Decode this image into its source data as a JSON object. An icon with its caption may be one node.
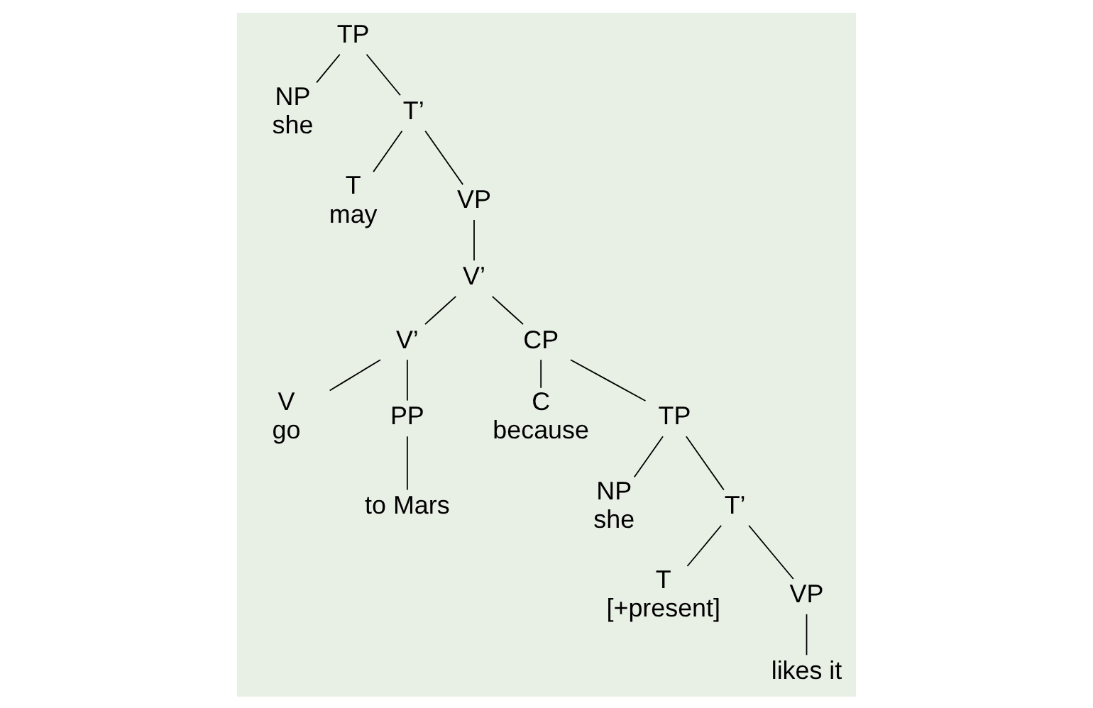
{
  "diagram": {
    "nodes": [
      {
        "text": [
          "TP"
        ]
      },
      {
        "text": [
          "NP",
          "she"
        ]
      },
      {
        "text": [
          "T’"
        ]
      },
      {
        "text": [
          "T",
          "may"
        ]
      },
      {
        "text": [
          "VP"
        ]
      },
      {
        "text": [
          "V’"
        ]
      },
      {
        "text": [
          "V’"
        ]
      },
      {
        "text": [
          "CP"
        ]
      },
      {
        "text": [
          "V",
          "go"
        ]
      },
      {
        "text": [
          "PP"
        ]
      },
      {
        "text": [
          "to Mars"
        ]
      },
      {
        "text": [
          "C",
          "because"
        ]
      },
      {
        "text": [
          "TP"
        ]
      },
      {
        "text": [
          "NP",
          "she"
        ]
      },
      {
        "text": [
          "T’"
        ]
      },
      {
        "text": [
          "T",
          "[+present]"
        ]
      },
      {
        "text": [
          "VP"
        ]
      },
      {
        "text": [
          "likes it"
        ]
      }
    ],
    "edges": [
      {
        "from": 0,
        "to": 1,
        "arrow": "none"
      },
      {
        "from": 0,
        "to": 2,
        "arrow": "none"
      },
      {
        "from": 2,
        "to": 3,
        "arrow": "none"
      },
      {
        "from": 2,
        "to": 4,
        "arrow": "none"
      },
      {
        "from": 4,
        "to": 5,
        "arrow": "none"
      },
      {
        "from": 5,
        "to": 6,
        "arrow": "none"
      },
      {
        "from": 5,
        "to": 7,
        "arrow": "none"
      },
      {
        "from": 6,
        "to": 8,
        "arrow": "none"
      },
      {
        "from": 6,
        "to": 9,
        "arrow": "none"
      },
      {
        "from": 9,
        "to": 10,
        "arrow": "none"
      },
      {
        "from": 7,
        "to": 11,
        "arrow": "none"
      },
      {
        "from": 7,
        "to": 12,
        "arrow": "none"
      },
      {
        "from": 12,
        "to": 13,
        "arrow": "none"
      },
      {
        "from": 12,
        "to": 14,
        "arrow": "none"
      },
      {
        "from": 14,
        "to": 15,
        "arrow": "none"
      },
      {
        "from": 14,
        "to": 16,
        "arrow": "none"
      },
      {
        "from": 16,
        "to": 17,
        "arrow": "none"
      }
    ]
  }
}
